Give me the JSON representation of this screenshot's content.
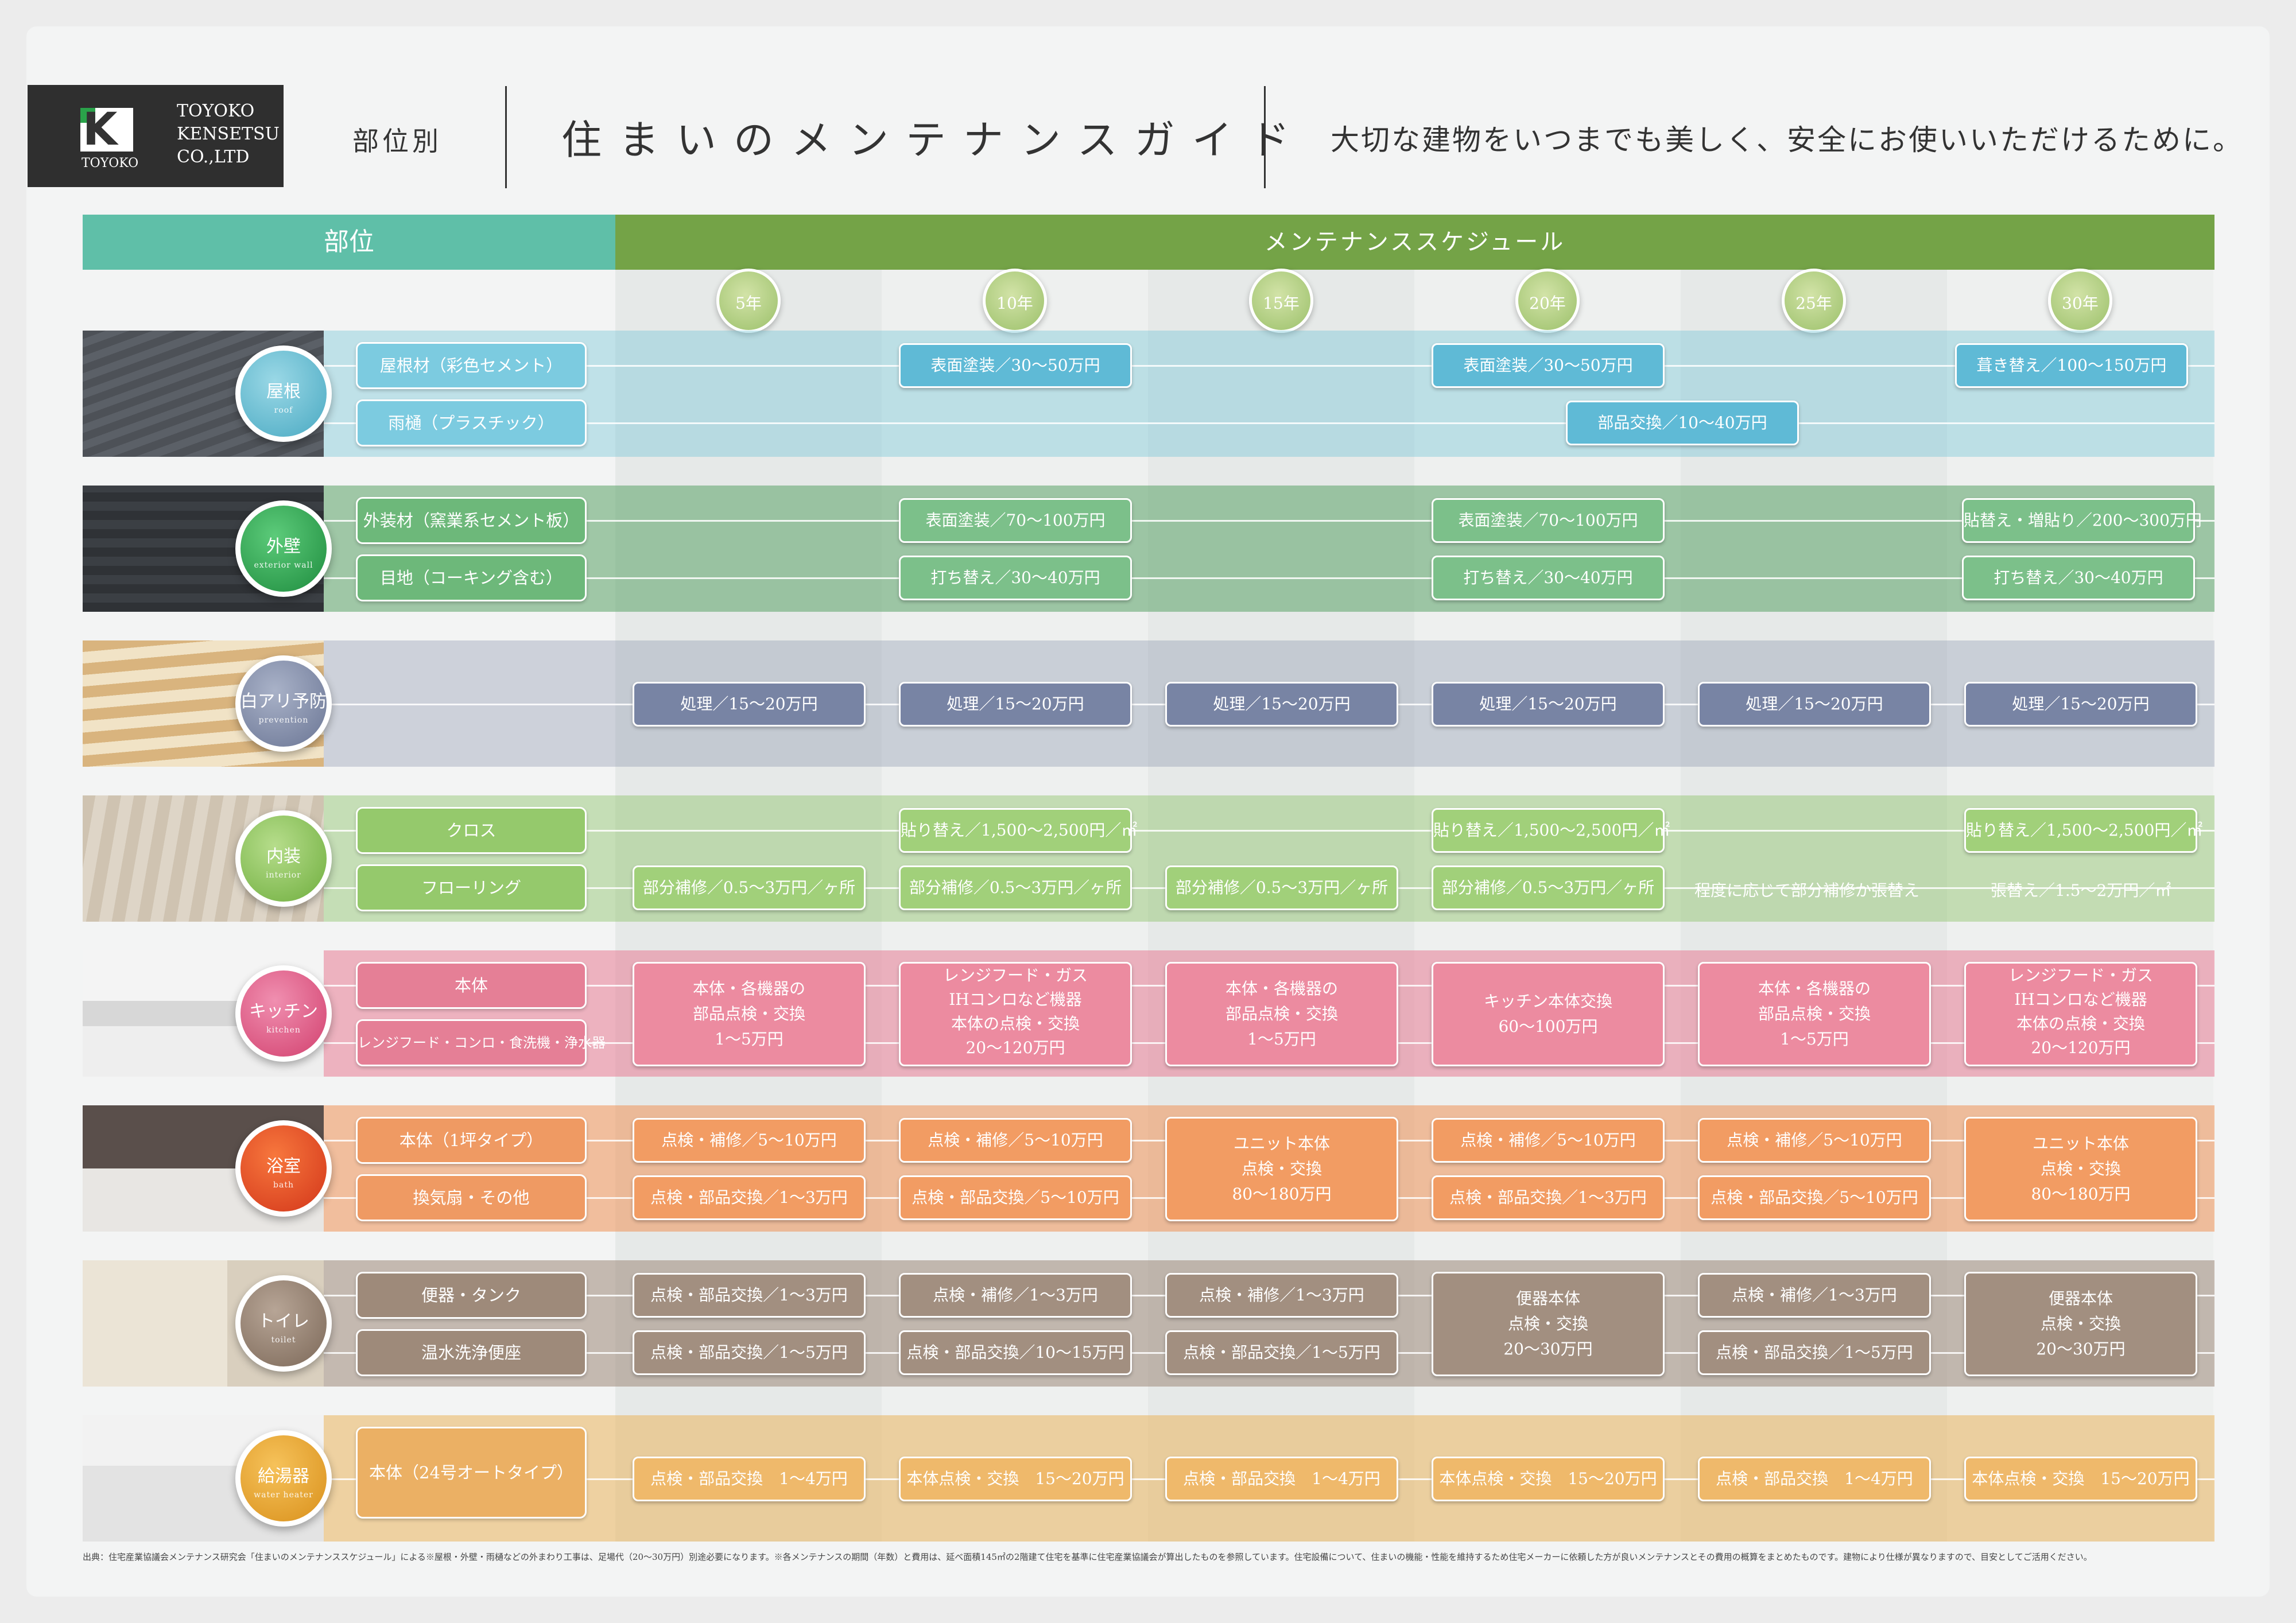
{
  "header": {
    "company_line1": "TOYOKO",
    "company_line2": "KENSETSU",
    "company_line3": "CO.,LTD",
    "logo_text": "TOYOKO",
    "section_label": "部位別",
    "title": "住まいのメンテナンスガイド",
    "subtitle": "大切な建物をいつまでも美しく、安全にお使いいただけるために。"
  },
  "table": {
    "left_header": "部位",
    "right_header": "メンテナンススケジュール",
    "years": [
      "5年",
      "10年",
      "15年",
      "20年",
      "25年",
      "30年"
    ]
  },
  "rows": {
    "roof": {
      "jp": "屋根",
      "en": "roof",
      "item1": "屋根材（彩色セメント）",
      "item2": "雨樋（プラスチック）",
      "y10_1": "表面塗装／30～50万円",
      "y20_1": "表面塗装／30～50万円",
      "y30_1": "葺き替え／100～150万円",
      "y20_2": "部品交換／10～40万円"
    },
    "wall": {
      "jp": "外壁",
      "en": "exterior wall",
      "item1": "外装材（窯業系セメント板）",
      "item2": "目地（コーキング含む）",
      "y10_1": "表面塗装／70～100万円",
      "y20_1": "表面塗装／70～100万円",
      "y30_1": "貼替え・増貼り／200～300万円",
      "y10_2": "打ち替え／30～40万円",
      "y20_2": "打ち替え／30～40万円",
      "y30_2": "打ち替え／30～40万円"
    },
    "termite": {
      "jp": "白アリ予防",
      "en": "prevention",
      "y5": "処理／15～20万円",
      "y10": "処理／15～20万円",
      "y15": "処理／15～20万円",
      "y20": "処理／15～20万円",
      "y25": "処理／15～20万円",
      "y30": "処理／15～20万円"
    },
    "interior": {
      "jp": "内装",
      "en": "interior",
      "item1": "クロス",
      "item2": "フローリング",
      "y10_1": "貼り替え／1,500～2,500円／㎡",
      "y20_1": "貼り替え／1,500～2,500円／㎡",
      "y30_1": "貼り替え／1,500～2,500円／㎡",
      "y5_2": "部分補修／0.5～3万円／ヶ所",
      "y10_2": "部分補修／0.5～3万円／ヶ所",
      "y15_2": "部分補修／0.5～3万円／ヶ所",
      "y20_2": "部分補修／0.5～3万円／ヶ所",
      "y25_2": "程度に応じて部分補修か張替え",
      "y30_2": "張替え／1.5～2万円／㎡"
    },
    "kitchen": {
      "jp": "キッチン",
      "en": "kitchen",
      "item1": "本体",
      "item2": "レンジフード・コンロ・食洗機・浄水器",
      "y5": "本体・各機器の\n部品点検・交換\n1～5万円",
      "y10": "レンジフード・ガス\nIHコンロなど機器\n本体の点検・交換\n20～120万円",
      "y15": "本体・各機器の\n部品点検・交換\n1～5万円",
      "y20": "キッチン本体交換\n60～100万円",
      "y25": "本体・各機器の\n部品点検・交換\n1～5万円",
      "y30": "レンジフード・ガス\nIHコンロなど機器\n本体の点検・交換\n20～120万円"
    },
    "bath": {
      "jp": "浴室",
      "en": "bath",
      "item1": "本体（1坪タイプ）",
      "item2": "換気扇・その他",
      "y5_1": "点検・補修／5～10万円",
      "y10_1": "点検・補修／5～10万円",
      "y20_1": "点検・補修／5～10万円",
      "y25_1": "点検・補修／5～10万円",
      "y5_2": "点検・部品交換／1～3万円",
      "y10_2": "点検・部品交換／5～10万円",
      "y20_2": "点検・部品交換／1～3万円",
      "y25_2": "点検・部品交換／5～10万円",
      "y15": "ユニット本体\n点検・交換\n80～180万円",
      "y30": "ユニット本体\n点検・交換\n80～180万円"
    },
    "toilet": {
      "jp": "トイレ",
      "en": "toilet",
      "item1": "便器・タンク",
      "item2": "温水洗浄便座",
      "y5_1": "点検・部品交換／1～3万円",
      "y10_1": "点検・補修／1～3万円",
      "y15_1": "点検・補修／1～3万円",
      "y25_1": "点検・補修／1～3万円",
      "y5_2": "点検・部品交換／1～5万円",
      "y10_2": "点検・部品交換／10～15万円",
      "y15_2": "点検・部品交換／1～5万円",
      "y25_2": "点検・部品交換／1～5万円",
      "y20": "便器本体\n点検・交換\n20～30万円",
      "y30": "便器本体\n点検・交換\n20～30万円"
    },
    "heater": {
      "jp": "給湯器",
      "en": "water heater",
      "item1": "本体（24号オートタイプ）",
      "y5": "点検・部品交換　1～4万円",
      "y10": "本体点検・交換　15～20万円",
      "y15": "点検・部品交換　1～4万円",
      "y20": "本体点検・交換　15～20万円",
      "y25": "点検・部品交換　1～4万円",
      "y30": "本体点検・交換　15～20万円"
    }
  },
  "footnote": "出典：住宅産業協議会メンテナンス研究会「住まいのメンテナンススケジュール」による※屋根・外壁・雨樋などの外まわり工事は、足場代（20～30万円）別途必要になります。※各メンテナンスの期間（年数）と費用は、延べ面積145㎡の2階建て住宅を基準に住宅産業協議会が算出したものを参照しています。住宅設備について、住まいの機能・性能を維持するため住宅メーカーに依頼した方が良いメンテナンスとその費用の概算をまとめたものです。建物により仕様が異なりますので、目安としてご活用ください。",
  "colors": {
    "roof": "#6cc2d6",
    "wall": "#5aa366",
    "termite": "#7d88a5",
    "interior": "#8ec46a",
    "kitchen": "#e77c94",
    "bath": "#ee9255",
    "toilet": "#9c8878",
    "heater": "#eab45c"
  }
}
